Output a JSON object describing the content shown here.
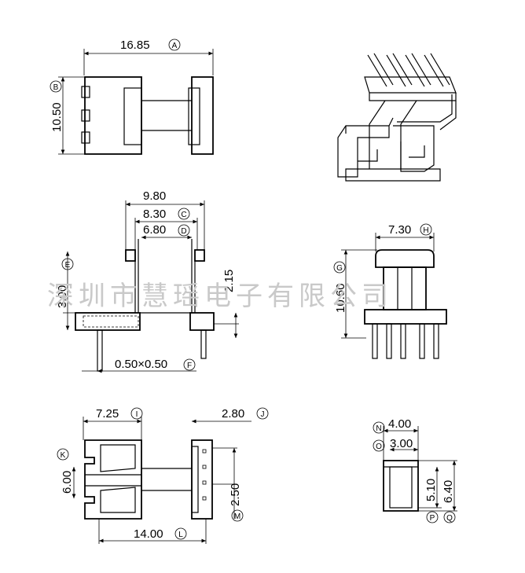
{
  "watermark": "深圳市慧瑶电子有限公司",
  "top_view": {
    "width": {
      "value": "16.85",
      "ref": "A"
    },
    "height": {
      "value": "10.50",
      "ref": "B"
    }
  },
  "front_view": {
    "overall": {
      "value": "9.80"
    },
    "mid": {
      "value": "8.30",
      "ref": "C"
    },
    "inner": {
      "value": "6.80",
      "ref": "D"
    },
    "flange": {
      "value": "3.00",
      "ref": "E"
    },
    "right_height": {
      "value": "2.15"
    },
    "pin": {
      "value": "0.50×0.50",
      "ref": "F"
    }
  },
  "side_view": {
    "width": {
      "value": "7.30",
      "ref": "H"
    },
    "height": {
      "value": "10.60",
      "ref": "G"
    }
  },
  "bottom_view": {
    "left_width": {
      "value": "7.25",
      "ref": "I"
    },
    "right_width": {
      "value": "2.80",
      "ref": "J"
    },
    "slot": {
      "value": "6.00",
      "ref": "K"
    },
    "pitch": {
      "value": "2.50",
      "ref": "M"
    },
    "span": {
      "value": "14.00",
      "ref": "L"
    }
  },
  "section_view": {
    "outer_w": {
      "value": "4.00",
      "ref": "N"
    },
    "inner_w": {
      "value": "3.00",
      "ref": "O"
    },
    "inner_h": {
      "value": "5.10",
      "ref": "P"
    },
    "outer_h": {
      "value": "6.40",
      "ref": "Q"
    }
  }
}
